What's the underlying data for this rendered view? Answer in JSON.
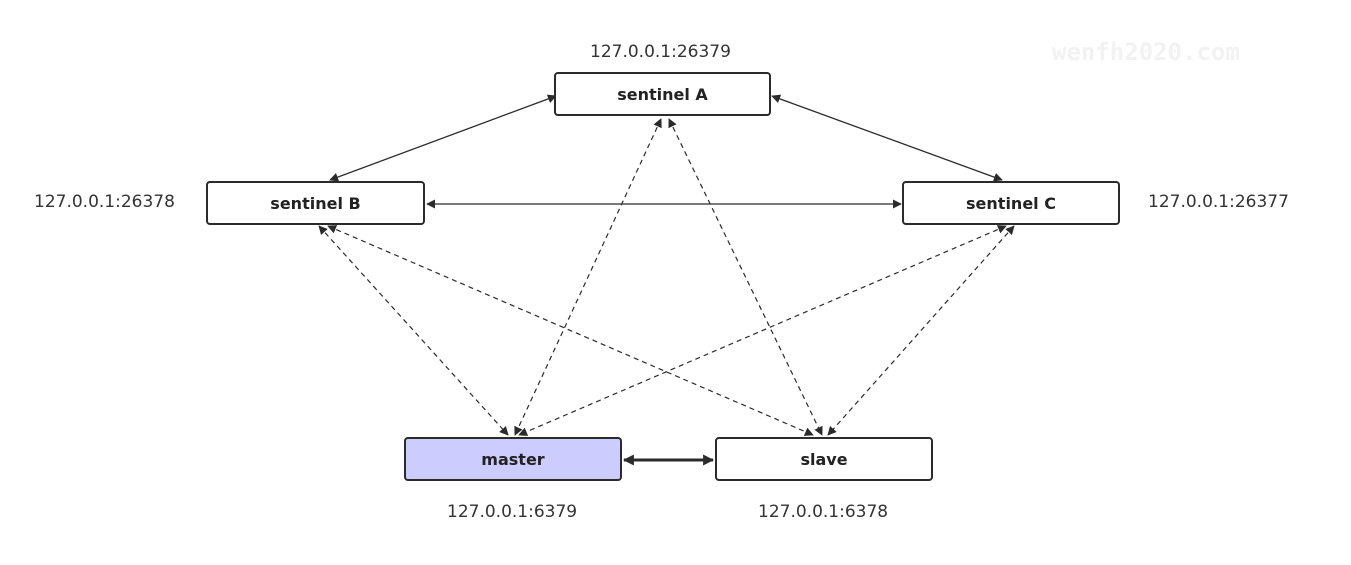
{
  "watermark": "wenfh2020.com",
  "nodes": {
    "sentinel_a": {
      "label": "sentinel A",
      "address": "127.0.0.1:26379",
      "fill": "#ffffff"
    },
    "sentinel_b": {
      "label": "sentinel B",
      "address": "127.0.0.1:26378",
      "fill": "#ffffff"
    },
    "sentinel_c": {
      "label": "sentinel C",
      "address": "127.0.0.1:26377",
      "fill": "#ffffff"
    },
    "master": {
      "label": "master",
      "address": "127.0.0.1:6379",
      "fill": "#ccccff"
    },
    "slave": {
      "label": "slave",
      "address": "127.0.0.1:6378",
      "fill": "#ffffff"
    }
  },
  "edges": [
    {
      "from": "sentinel_a",
      "to": "sentinel_b",
      "style": "solid",
      "arrows": "both"
    },
    {
      "from": "sentinel_a",
      "to": "sentinel_c",
      "style": "solid",
      "arrows": "both"
    },
    {
      "from": "sentinel_b",
      "to": "sentinel_c",
      "style": "solid",
      "arrows": "both"
    },
    {
      "from": "sentinel_a",
      "to": "master",
      "style": "dashed",
      "arrows": "both"
    },
    {
      "from": "sentinel_a",
      "to": "slave",
      "style": "dashed",
      "arrows": "both"
    },
    {
      "from": "sentinel_b",
      "to": "master",
      "style": "dashed",
      "arrows": "both"
    },
    {
      "from": "sentinel_b",
      "to": "slave",
      "style": "dashed",
      "arrows": "both"
    },
    {
      "from": "sentinel_c",
      "to": "master",
      "style": "dashed",
      "arrows": "both"
    },
    {
      "from": "sentinel_c",
      "to": "slave",
      "style": "dashed",
      "arrows": "both"
    },
    {
      "from": "master",
      "to": "slave",
      "style": "bold",
      "arrows": "both"
    }
  ],
  "colors": {
    "stroke": "#2b2b2b",
    "master_fill": "#ccccff"
  }
}
